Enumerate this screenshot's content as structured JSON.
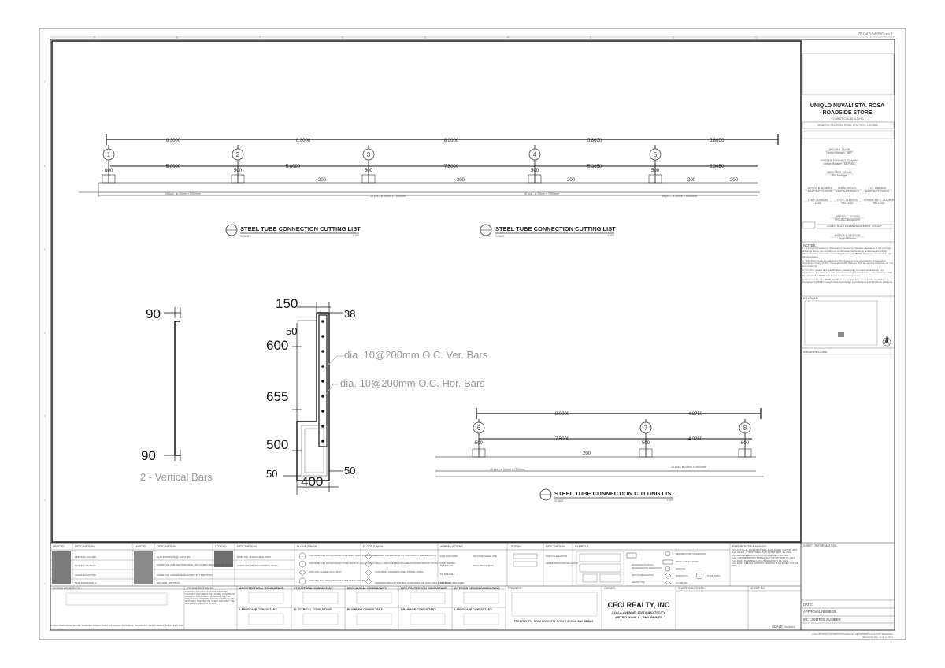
{
  "sheet_ref": "78.04.SIM.006 rev.1",
  "border_numbers": [
    "9",
    "8",
    "7",
    "6",
    "5",
    "4",
    "3",
    "2",
    "1"
  ],
  "border_letters": [
    "7",
    "6",
    "5",
    "4",
    "3",
    "2",
    "1"
  ],
  "project": {
    "name_line1": "UNIQLO NUVALI STA. ROSA",
    "name_line2": "ROADSIDE STORE",
    "subtitle": "COMMERCIAL BUILDING",
    "address": "TAGAYTAY-STA. ROSA ROAD, STA. ROSA, LAGUNA"
  },
  "people": [
    {
      "name": "MELISA A. TALON",
      "role": "Design Manager - MEP"
    },
    {
      "name": "KRISTINE THEBNA G. OCAMPO",
      "role": "Design Manager - MEP VDC"
    },
    {
      "name": "MERLOBI C. MATIAS",
      "role": "BIM Manager"
    },
    {
      "name": "JAYSON B. ALVAREZ",
      "role": "BIMIT SUPERVISOR"
    },
    {
      "name": "MIG M. MIGUEL",
      "role": "BIMIT SUPERVISOR"
    },
    {
      "name": "J.C.I. LIMBANO",
      "role": "BIMIT SUPERVISOR"
    },
    {
      "name": "LEA P. DUMALAG",
      "role": "LEAD"
    },
    {
      "name": "DEVE. CLEDERA",
      "role": "BIM LEAD"
    },
    {
      "name": "JEROME IBE C. LATORDE",
      "role": "BIM LEAD"
    },
    {
      "name": "JENIFER C. LEONES",
      "role": "PROJECT MANAGER"
    },
    {
      "name": "MYLENE B. REGIDOR",
      "role": "Project Director"
    }
  ],
  "cmg_label": "CONSTRUCTION MANAGEMENT GROUP",
  "notes_title": "NOTES:",
  "notes": [
    "1. For any inconsistency/ discrepancy/ revisions/ changes/ alterations of the provided drawings due to site condition or construction methodology and strategies, kindly inform Building Information Modelling Department (BIMD) for proper coordination and documentation.",
    "2. \"Red lining\" must be reflected in IFC drawings to be attended by Construction Operations Group (COG), these actual site changes shall be used as reference for \"As-built drawings\".",
    "3. For other details and specifications, please refer to reference drawings from consultants. For subtrades and or items involving subcontractors, shop drawings shall be submitted to BIMD with actual on-site measurement.",
    "4. Drawings from the BIMD IFC Sheet are derived from consultant's set of plans as interpreted by BIMD through Advanced Design Coordinations and Revisions Sessions."
  ],
  "keyplan_label": "KEYPLAN",
  "issue_record_label": "ISSUE RECORD",
  "sheet_information_label": "SHEET INFORMATION:",
  "date_label": "DATE:",
  "approval_label": "APPROVAL NUMBER:",
  "ifc_label": "IFC CONTROL NUMBER:",
  "scale_label": "SCALE:",
  "scale_value": "As Noted",
  "copyright": "© 2021 BUILDING INFORMATION MODELING DEPARTMENT ALL RIGHTS RESERVED",
  "effectivity": "Effectivity date: June 4, 2021",
  "top_plan": {
    "grid_labels": [
      "1",
      "2",
      "3",
      "4",
      "5"
    ],
    "dims_top": [
      "6.3000",
      "6.3000",
      "8.0000",
      "5.8650",
      "5.8650"
    ],
    "dims_mid": [
      "5.8000",
      "5.8000",
      "7.5000",
      "5.3650",
      "5.3650"
    ],
    "col_dims": [
      "600",
      "500",
      "500",
      "500",
      "500"
    ],
    "gap_dims": [
      "200",
      "200",
      "200",
      "200",
      "200"
    ],
    "pcs_notes": [
      "16 pcs - ø 10mm x 5000mm",
      "16 pcs - ø 10mm x 7500mm",
      "16 pcs - ø 10mm x 7500mm",
      "16 pcs - ø 10mm x 6000mm"
    ]
  },
  "bottom_plan": {
    "grid_labels": [
      "6",
      "7",
      "8"
    ],
    "dims_top": [
      "8.0000",
      "4.8750"
    ],
    "dims_mid": [
      "7.5000",
      "4.3250"
    ],
    "col_dims": [
      "500",
      "500",
      "600"
    ],
    "gap_dims": [
      "200"
    ],
    "pcs_notes": [
      "16 pcs - ø 10mm x 7500mm",
      "16 pcs - ø 10mm x 4500mm"
    ]
  },
  "titles": {
    "cutting_list": "STEEL TUBE CONNECTION CUTTING LIST",
    "scale": "SCALE",
    "scale_ratio": "1:100"
  },
  "vertical_bars": {
    "dim_top": "90",
    "dim_bottom": "90",
    "label": "2 - Vertical Bars"
  },
  "section": {
    "dim_150": "150",
    "dim_38": "38",
    "dim_50a": "50",
    "dim_600": "600",
    "dim_655": "655",
    "dim_500": "500",
    "dim_50b": "50",
    "dim_400": "400",
    "dim_50c": "50",
    "ver_bars": "dia. 10@200mm O.C. Ver. Bars",
    "hor_bars": "dia. 10@200mm O.C. Hor. Bars"
  },
  "legend_headers": [
    "LEGEND",
    "DESCRIPTION",
    "LEGEND",
    "DESCRIPTION",
    "LEGEND",
    "DESCRIPTION",
    "FLOOR FINISH",
    "FLOOR FINISH",
    "ABBREVIATIONS",
    "LEGEND",
    "DESCRIPTION",
    "SYMBOLS",
    "REFERENCE DRAWINGS:"
  ],
  "legend_items": [
    "PEDESTAL COLUMN",
    "FOOTING TIE BEAM",
    "ISOLATED FOOTING",
    "SLAB EXPANSION @",
    "SLAB EXPANSION @ +100.0 MM",
    "100MM THK. CHB PARTITION WALL WITH 2 HRS FIRE RESISTIVE RATING",
    "100MM THK. CONCRETE MASONRY UNIT PARTITION",
    "DRY WALL PARTITION",
    "50MM THK. BOARD FIELD PAINT",
    "100MM THK. METAL SANDWICH PANEL"
  ],
  "floor_items": [
    "100% BASE TOLL OR EQUIVALENT TINE LIGHT GRATE W/ 30mm WIDE",
    "100% BASE TOLL OR EQUIVALENT PORE WHITE W/ 10mm x 300mm",
    "100% TOLL GLAZED 1.0x1.0 PORT",
    "100% TILE TOLL OR EQUIVALENT MATTE FINISH GROUND",
    "CERAMIC TILE 300x300 (8\"x8\") INDICATED BY AREA ELEVATION",
    "300mm x 300mm JET BLACK FLAMED ROCKED FINISH BY ROYAL STONE TRADING",
    "CONCRETE - CONCRETE STEEL TROWEL FINISH",
    "WATERPROOFING BY PORTENS & INDICATED TAB. STEP LINES IN SECTIONS"
  ],
  "abbreviations": [
    "FF  FLOOR FINISH",
    "FGL  FINISH GRADE LINE",
    "BL  BASELINE",
    "BRACE  BRACE BEAM",
    "FW  FIRE WALL",
    "FD  FIRE EXTINGUISHER"
  ],
  "legend3": [
    "POINT OF ELEVATION",
    "CEILING FINISH CEILING HEIGHT"
  ],
  "symbol_items": [
    "REQUIRED POINT OF ELEVATION",
    "MISCELLANEOUS FINISH",
    "DOOR TAG",
    "WINDOW TAG",
    "LOUVER TAG",
    "FLOOR FINISH",
    "REFERENCE DOOR TAG",
    "REFERENCE GRID DESIGNATION",
    "SECTION DESIGNATION",
    "CEILING TYPE"
  ],
  "reference_drawings": "A2.4-A2.8 S1-A - ARCHITECTURAL PLAN DATED SEPT. 20, 2021\nS-A2 & S-A8 - STRUCTURAL PLAN DATED SEPT. 20, 2021\nM-A2-M8 MECHANICAL LAYOUT DATED SEPT. 20, 2021\nF-A2 - A8 FIRE PROTECTION LAYOUT DATED SEPT. 20, 2021\nP-A2-P-A8 - PLUMBING LAYOUT DATED OCT. 01, 2021\nE-A2-E-A5 - CEILING SUPPORT FRAMING PLAN DATED OCT. 18, 2021",
  "design_architect_label": "DESIGN ARCHITECT:",
  "design_architect_addr": "2F PAGL CORPORATE CENTER, MADRIGAL STREET, AYALA SOUTHVALE SOUTHMALL, TAGUIG CITY, METRO MANILA, PHILIPPINES 1630",
  "pd_label": "PD 1096 SECTION 30",
  "pd_text": "DRAWINGS AND SPECIFICATIONS AND OTHER CONTRACT DOCUMENTS DULY SIGNED, STAMPED OR SEALED AS INSTRUMENTS OF SERVICE ARE THE INTELLECTUAL PROPERTY AND DOCUMENTS OF THE ARCHITECT, WHETHER THE OBJECT FOR WHICH THEY ARE MADE IS EXECUTED OR NOT.",
  "consultants_row1": [
    "ARCHITECTURAL CONSULTANT:",
    "STRUCTURAL CONSULTANT:",
    "MECHANICAL CONSULTANT:",
    "FIRE PROTECTION CONSULTANT:",
    "INTERIOR DESIGN CONSULTANT:"
  ],
  "consultants_row2": [
    "LANDSCAPE CONSULTANT:",
    "ELECTRICAL CONSULTANT:",
    "PLUMBING CONSULTANT:",
    "DRAINAGE CONSULTANT:",
    "LANDSCAPE CONSULTANT:"
  ],
  "project_label": "PROJECT:",
  "project_addr": "TAGAYTAY-STA. ROSA ROAD, STA. ROSA, LAGUNA, PHILIPPINES",
  "owner_label": "OWNER:",
  "owner_name": "CECI REALTY, INC",
  "owner_addr1": "AYALA AVENUE, 1226 MAKATI CITY,",
  "owner_addr2": "METRO MANILA - PHILIPPINES",
  "sheet_contents_label": "SHEET CONTENTS:",
  "sheet_no_label": "SHEET NO:"
}
